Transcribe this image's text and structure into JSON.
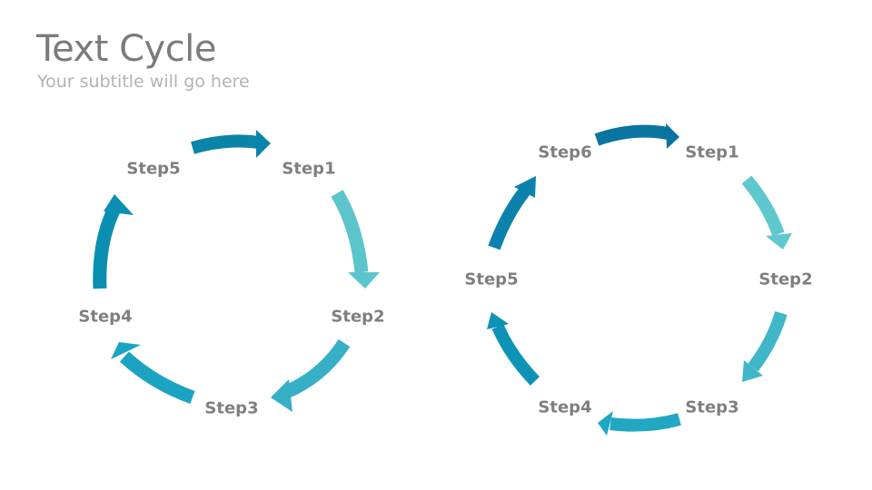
{
  "header": {
    "title": "Text Cycle",
    "subtitle": "Your subtitle will go here"
  },
  "cycle_left": {
    "steps": [
      "Step1",
      "Step2",
      "Step3",
      "Step4",
      "Step5"
    ]
  },
  "cycle_right": {
    "steps": [
      "Step1",
      "Step2",
      "Step3",
      "Step4",
      "Step5",
      "Step6"
    ]
  },
  "colors": {
    "dark_blue": "#0a78a0",
    "mid_blue": "#1a9bbb",
    "light_teal": "#5cc5cc",
    "label_gray": "#7f7f7f"
  }
}
